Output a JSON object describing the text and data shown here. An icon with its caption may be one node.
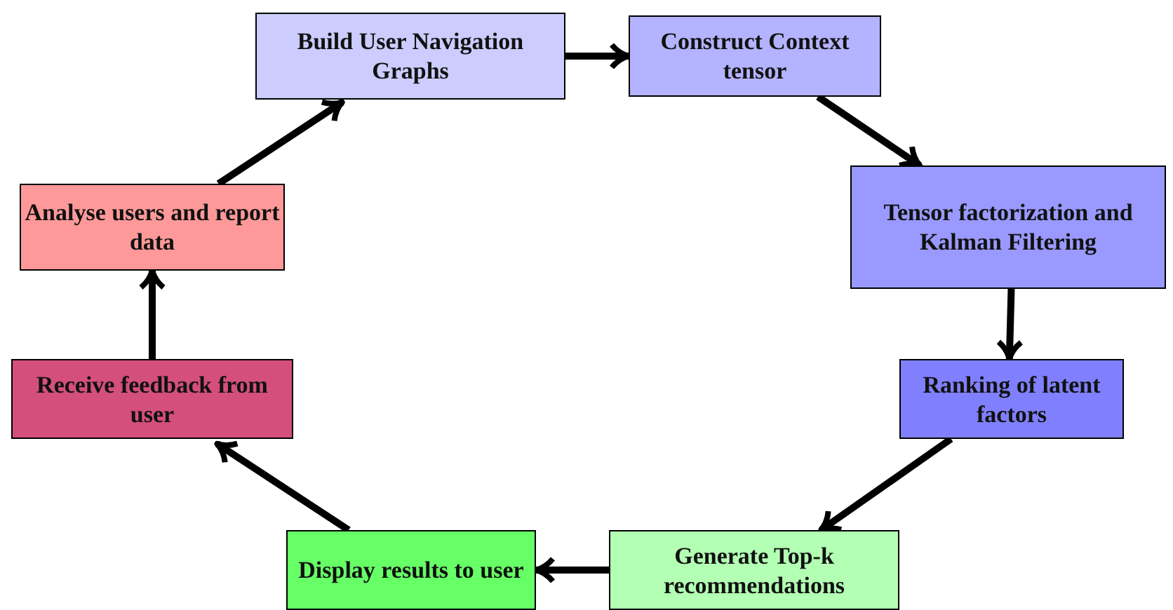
{
  "diagram": {
    "nodes": [
      {
        "text": [
          "Build User Navigation Graphs"
        ]
      },
      {
        "text": [
          "Construct Context tensor"
        ]
      },
      {
        "text": [
          "Tensor factorization and Kalman Filtering"
        ]
      },
      {
        "text": [
          "Ranking of latent factors"
        ]
      },
      {
        "text": [
          "Generate Top-k recommendations"
        ]
      },
      {
        "text": [
          "Display results to user"
        ]
      },
      {
        "text": [
          "Receive feedback from user"
        ]
      },
      {
        "text": [
          "Analyse users and report data"
        ]
      }
    ],
    "edges": [
      {
        "from": 0,
        "to": 1,
        "arrow": "to"
      },
      {
        "from": 1,
        "to": 2,
        "arrow": "to"
      },
      {
        "from": 2,
        "to": 3,
        "arrow": "to"
      },
      {
        "from": 3,
        "to": 4,
        "arrow": "to"
      },
      {
        "from": 4,
        "to": 5,
        "arrow": "to"
      },
      {
        "from": 5,
        "to": 6,
        "arrow": "to"
      },
      {
        "from": 6,
        "to": 7,
        "arrow": "to"
      },
      {
        "from": 7,
        "to": 0,
        "arrow": "to"
      }
    ]
  }
}
